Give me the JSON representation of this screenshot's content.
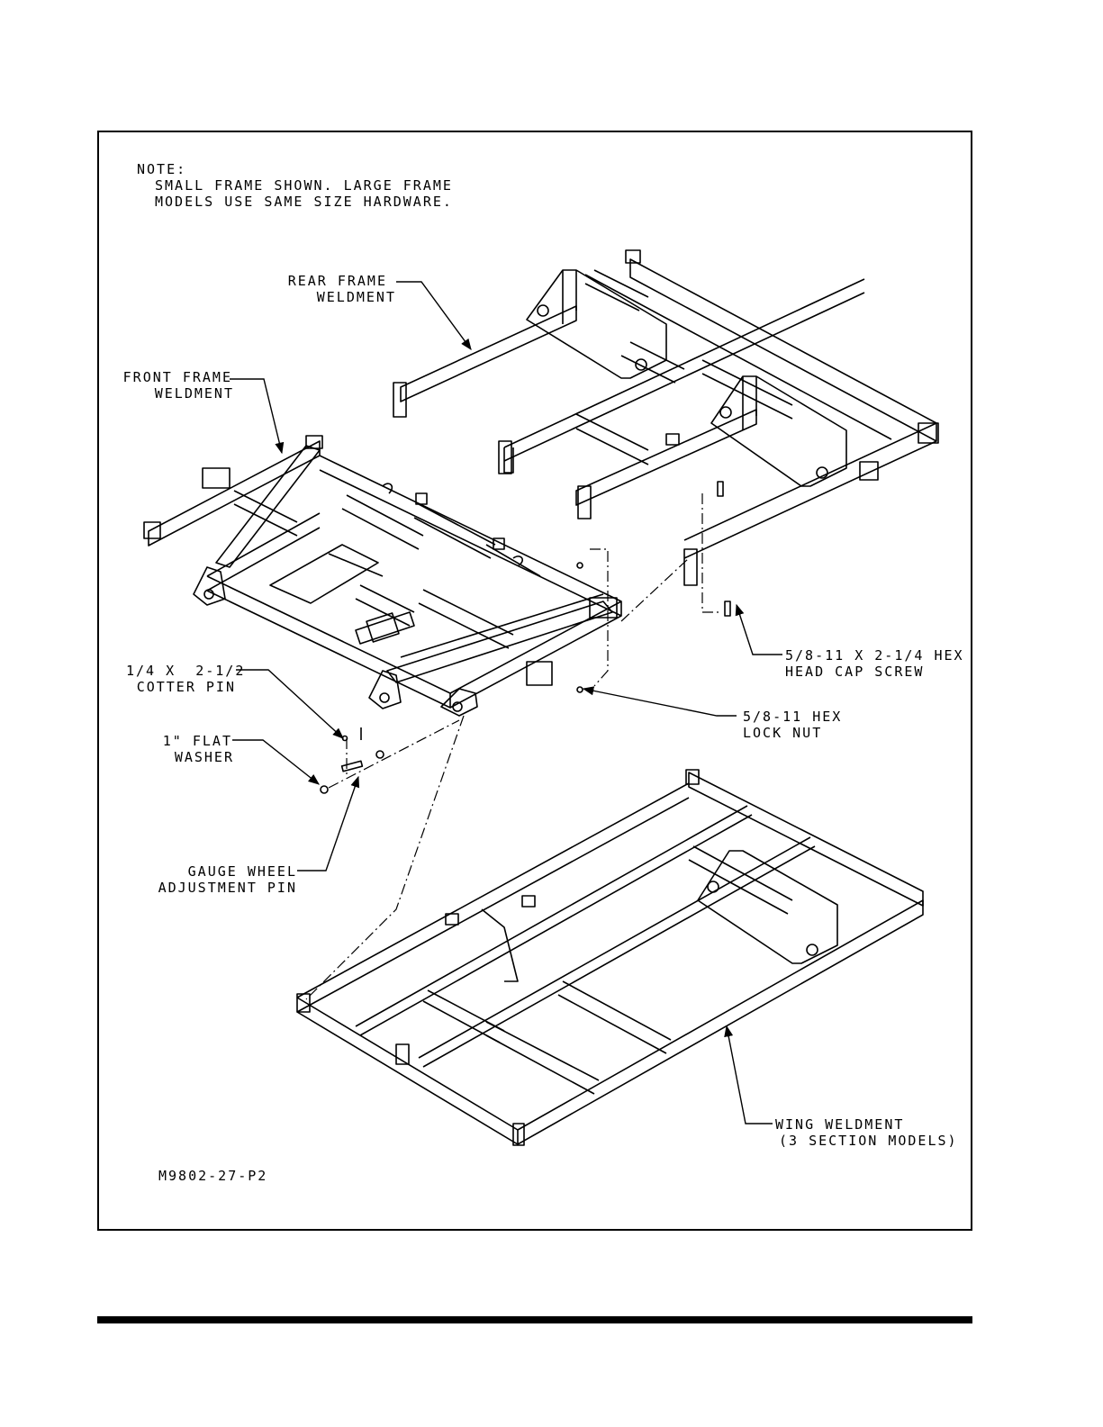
{
  "note": {
    "heading": "NOTE:",
    "line1": "SMALL FRAME SHOWN. LARGE FRAME",
    "line2": "MODELS USE SAME SIZE HARDWARE."
  },
  "callouts": {
    "rear_frame": {
      "line1": "REAR FRAME",
      "line2": "WELDMENT"
    },
    "front_frame": {
      "line1": "FRONT FRAME",
      "line2": "WELDMENT"
    },
    "hex_screw": {
      "line1": "5/8-11 X 2-1/4 HEX",
      "line2": "HEAD CAP SCREW"
    },
    "lock_nut": {
      "line1": "5/8-11 HEX",
      "line2": "LOCK NUT"
    },
    "cotter_pin": {
      "line1": "1/4 X  2-1/2",
      "line2": "COTTER PIN"
    },
    "flat_washer": {
      "line1": "1\" FLAT",
      "line2": "WASHER"
    },
    "gauge_pin": {
      "line1": "GAUGE WHEEL",
      "line2": "ADJUSTMENT PIN"
    },
    "wing": {
      "line1": "WING WELDMENT",
      "line2": "(3 SECTION MODELS)"
    }
  },
  "drawing_number": "M9802-27-P2"
}
